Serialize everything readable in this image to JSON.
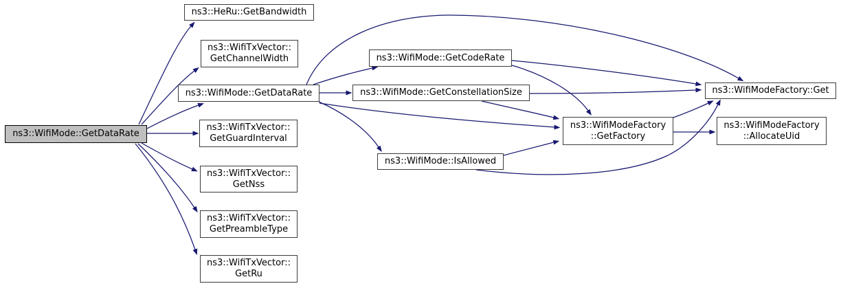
{
  "diagram": {
    "type": "call-graph",
    "colors": {
      "background": "#ffffff",
      "arrow": "#191970",
      "node_fill": "#ffffff",
      "node_border": "#3b3b3b",
      "highlight_fill": "#bfbfbf",
      "highlight_border": "#000000",
      "text": "#000000"
    },
    "nodes": [
      {
        "id": "src",
        "label": [
          "ns3::WifiMode::GetDataRate"
        ],
        "highlighted": true
      },
      {
        "id": "bandwidth",
        "label": [
          "ns3::HeRu::GetBandwidth"
        ],
        "highlighted": false
      },
      {
        "id": "channelwidth",
        "label": [
          "ns3::WifiTxVector::",
          "GetChannelWidth"
        ],
        "highlighted": false
      },
      {
        "id": "getdatarate2",
        "label": [
          "ns3::WifiMode::GetDataRate"
        ],
        "highlighted": false
      },
      {
        "id": "guardinterval",
        "label": [
          "ns3::WifiTxVector::",
          "GetGuardInterval"
        ],
        "highlighted": false
      },
      {
        "id": "nss",
        "label": [
          "ns3::WifiTxVector::",
          "GetNss"
        ],
        "highlighted": false
      },
      {
        "id": "preambletype",
        "label": [
          "ns3::WifiTxVector::",
          "GetPreambleType"
        ],
        "highlighted": false
      },
      {
        "id": "ru",
        "label": [
          "ns3::WifiTxVector::",
          "GetRu"
        ],
        "highlighted": false
      },
      {
        "id": "coderate",
        "label": [
          "ns3::WifiMode::GetCodeRate"
        ],
        "highlighted": false
      },
      {
        "id": "constellation",
        "label": [
          "ns3::WifiMode::GetConstellationSize"
        ],
        "highlighted": false
      },
      {
        "id": "isallowed",
        "label": [
          "ns3::WifiMode::IsAllowed"
        ],
        "highlighted": false
      },
      {
        "id": "getfactory",
        "label": [
          "ns3::WifiModeFactory",
          "::GetFactory"
        ],
        "highlighted": false
      },
      {
        "id": "get",
        "label": [
          "ns3::WifiModeFactory::Get"
        ],
        "highlighted": false
      },
      {
        "id": "allocateuid",
        "label": [
          "ns3::WifiModeFactory",
          "::AllocateUid"
        ],
        "highlighted": false
      }
    ],
    "edges": [
      {
        "from": "src",
        "to": "bandwidth"
      },
      {
        "from": "src",
        "to": "channelwidth"
      },
      {
        "from": "src",
        "to": "getdatarate2"
      },
      {
        "from": "src",
        "to": "guardinterval"
      },
      {
        "from": "src",
        "to": "nss"
      },
      {
        "from": "src",
        "to": "preambletype"
      },
      {
        "from": "src",
        "to": "ru"
      },
      {
        "from": "getdatarate2",
        "to": "coderate"
      },
      {
        "from": "getdatarate2",
        "to": "constellation"
      },
      {
        "from": "getdatarate2",
        "to": "get"
      },
      {
        "from": "getdatarate2",
        "to": "getfactory"
      },
      {
        "from": "getdatarate2",
        "to": "isallowed"
      },
      {
        "from": "coderate",
        "to": "get"
      },
      {
        "from": "coderate",
        "to": "getfactory"
      },
      {
        "from": "constellation",
        "to": "get"
      },
      {
        "from": "constellation",
        "to": "getfactory"
      },
      {
        "from": "isallowed",
        "to": "getfactory"
      },
      {
        "from": "isallowed",
        "to": "get"
      },
      {
        "from": "getfactory",
        "to": "get"
      },
      {
        "from": "getfactory",
        "to": "allocateuid"
      }
    ]
  }
}
